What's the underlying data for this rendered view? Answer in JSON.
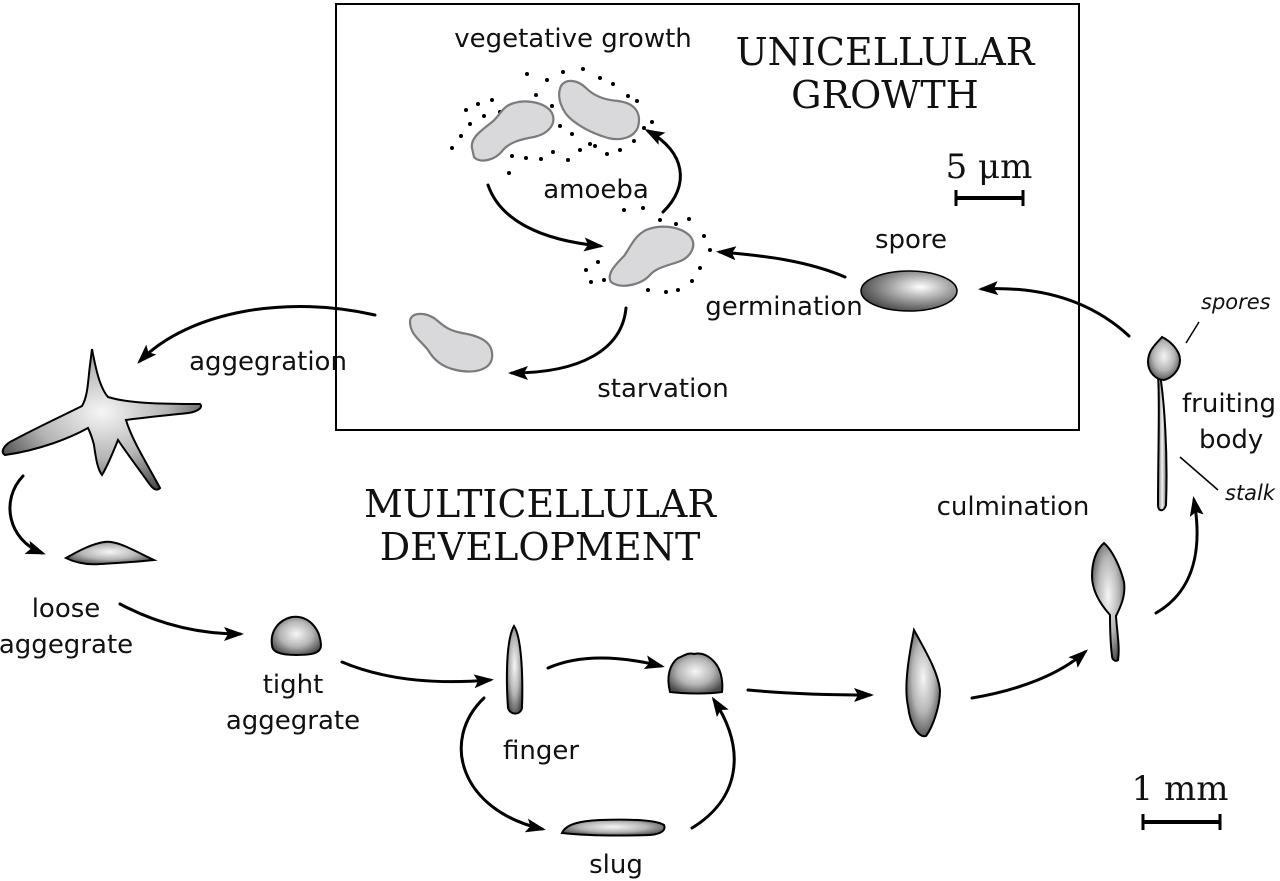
{
  "titles": {
    "unicellular_line1": "UNICELLULAR",
    "unicellular_line2": "GROWTH",
    "multicellular_line1": "MULTICELLULAR",
    "multicellular_line2": "DEVELOPMENT"
  },
  "labels": {
    "vegetative_growth": "vegetative growth",
    "amoeba": "amoeba",
    "spore": "spore",
    "germination": "germination",
    "starvation": "starvation",
    "aggregation": "aggegration",
    "loose_line1": "loose",
    "loose_line2": "aggegrate",
    "tight_line1": "tight",
    "tight_line2": "aggegrate",
    "finger": "finger",
    "slug": "slug",
    "culmination": "culmination",
    "fruiting_line1": "fruiting",
    "fruiting_line2": "body",
    "spores": "spores",
    "stalk": "stalk"
  },
  "scale_bars": {
    "micro": "5 μm",
    "milli": "1 mm"
  },
  "colors": {
    "amoeba_fill": "#d9d9db",
    "amoeba_stroke": "#7b7b7b",
    "outline": "#000000"
  }
}
